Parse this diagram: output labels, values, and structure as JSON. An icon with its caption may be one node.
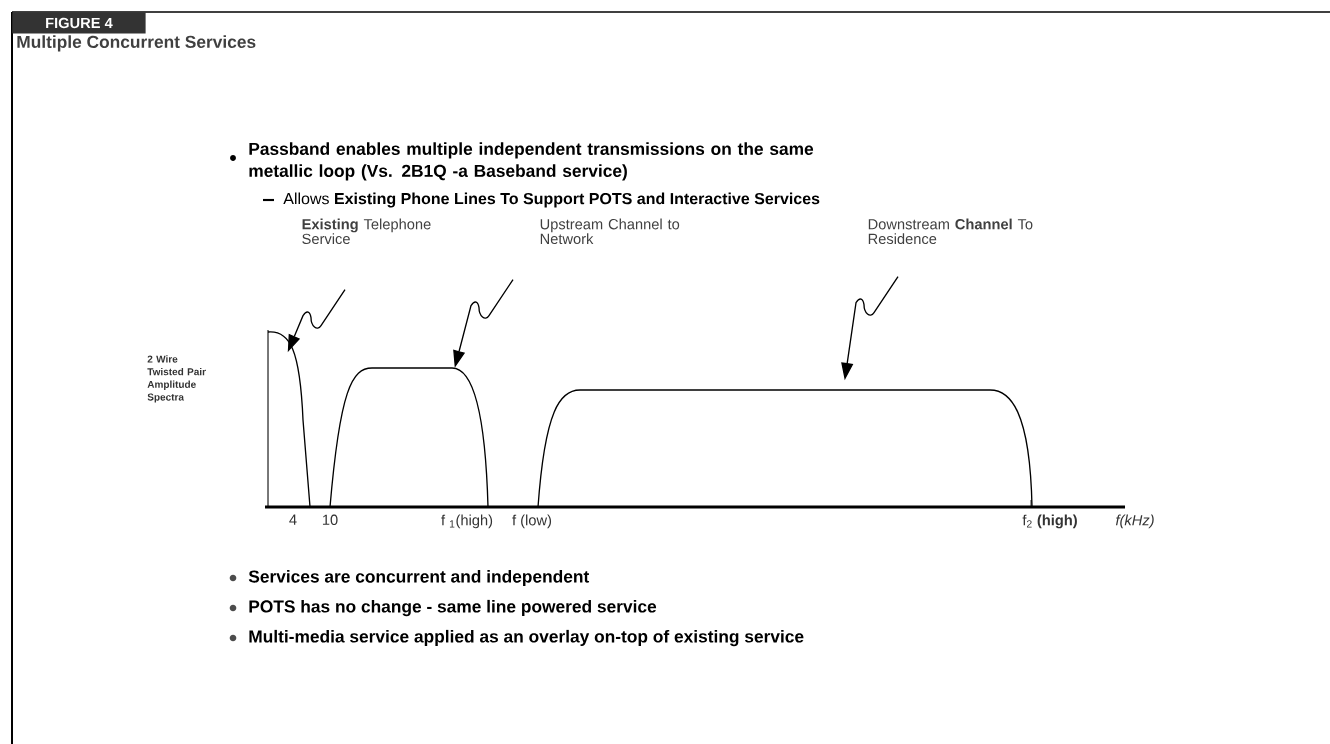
{
  "diagram": {
    "title": "Multiple Concurrent Services",
    "nodes": [
      {
        "text": [
          "**Existing** Telephone Service"
        ]
      },
      {
        "text": [
          "Upstream Channel to Network"
        ]
      },
      {
        "text": [
          "Downstream **Channel** To Residence"
        ]
      },
      {
        "text": [],
        "shape": "curve"
      },
      {
        "text": [],
        "shape": "curve"
      },
      {
        "text": [],
        "shape": "curve"
      }
    ],
    "edges": [
      {
        "from": 0,
        "to": 3,
        "arrow": "to"
      },
      {
        "from": 1,
        "to": 4,
        "arrow": "to"
      },
      {
        "from": 2,
        "to": 5,
        "arrow": "to"
      }
    ],
    "labels": [
      "FIGURE 4",
      "Passband enables multiple independent transmissions on the same metallic loop (Vs. 2B1Q -a Baseband service)",
      "Allows **Existing Phone Lines To Support POTS and Interactive Services**",
      "2 Wire Twisted Pair Amplitude Spectra",
      "4",
      "10",
      "f $_{1}$(high)",
      "f (low)",
      "f$_{2}$ **(high)**",
      "*f(kHz)*",
      "Services are concurrent and independent",
      "POTS has no change - same line powered service",
      "Multi-media service applied as an overlay on-top of existing service"
    ]
  }
}
